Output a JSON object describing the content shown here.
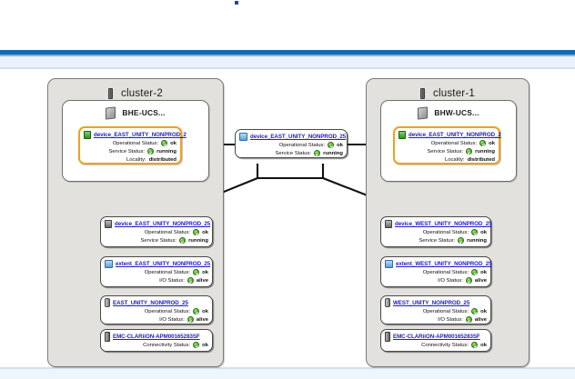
{
  "page": {
    "accent_blue": "#1469ae",
    "highlight_orange": "#f0a01e",
    "link_color": "#2020c0",
    "status_ok_color": "#52b42c"
  },
  "labels": {
    "operational_status": "Operational Status:",
    "service_status": "Service Status:",
    "io_status": "I/O Status:",
    "connectivity_status": "Connectivity Status:",
    "locality": "Locality:"
  },
  "values": {
    "ok": "ok",
    "running": "running",
    "alive": "alive",
    "distributed": "distributed"
  },
  "clusters": [
    {
      "name": "cluster-2",
      "icon": "chassis-icon",
      "ucs": {
        "title": "BHE-UCS...",
        "icon": "ucs-icon"
      },
      "highlighted_node": {
        "title": "device_EAST_UNITY_NONPROD_2",
        "icon": "device-green-icon"
      },
      "chain": [
        {
          "title": "device_EAST_UNITY_NONPROD_25",
          "icon": "device-icon"
        },
        {
          "title": "extent_EAST_UNITY_NONPROD_25",
          "icon": "extent-icon"
        },
        {
          "title": "EAST_UNITY_NONPROD_25",
          "icon": "volume-icon"
        },
        {
          "title": "EMC-CLARiiON-APM00165283SF",
          "icon": "array-icon"
        }
      ]
    },
    {
      "name": "cluster-1",
      "icon": "chassis-icon",
      "ucs": {
        "title": "BHW-UCS...",
        "icon": "ucs-icon"
      },
      "highlighted_node": {
        "title": "device_EAST_UNITY_NONPROD_2",
        "icon": "device-green-icon"
      },
      "chain": [
        {
          "title": "device_WEST_UNITY_NONPROD_25",
          "icon": "device-icon"
        },
        {
          "title": "extent_WEST_UNITY_NONPROD_25",
          "icon": "extent-icon"
        },
        {
          "title": "WEST_UNITY_NONPROD_25",
          "icon": "volume-icon"
        },
        {
          "title": "EMC-CLARiiON-APM00165283SF",
          "icon": "array-icon"
        }
      ]
    }
  ],
  "center_node": {
    "title": "device_EAST_UNITY_NONPROD_25",
    "icon": "distributed-device-icon"
  }
}
